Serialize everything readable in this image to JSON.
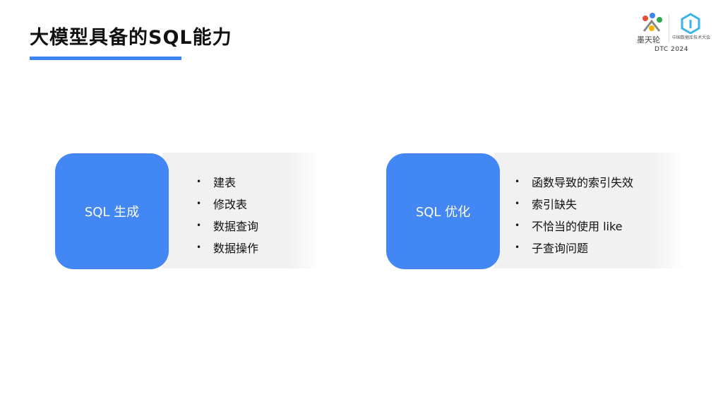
{
  "title": "大模型具备的SQL能力",
  "logo": {
    "brand": "墨天轮",
    "sub": "中国数据库技术大会",
    "event": "DTC 2024",
    "colors": [
      "#e94b3c",
      "#3f86f5",
      "#f5b400",
      "#2fa84f"
    ]
  },
  "cards": [
    {
      "label": "SQL 生成",
      "items": [
        "建表",
        "修改表",
        "数据查询",
        "数据操作"
      ]
    },
    {
      "label": "SQL 优化",
      "items": [
        "函数导致的索引失效",
        "索引缺失",
        "不恰当的使用 like",
        "子查询问题"
      ]
    }
  ],
  "accent": "#4387f5"
}
